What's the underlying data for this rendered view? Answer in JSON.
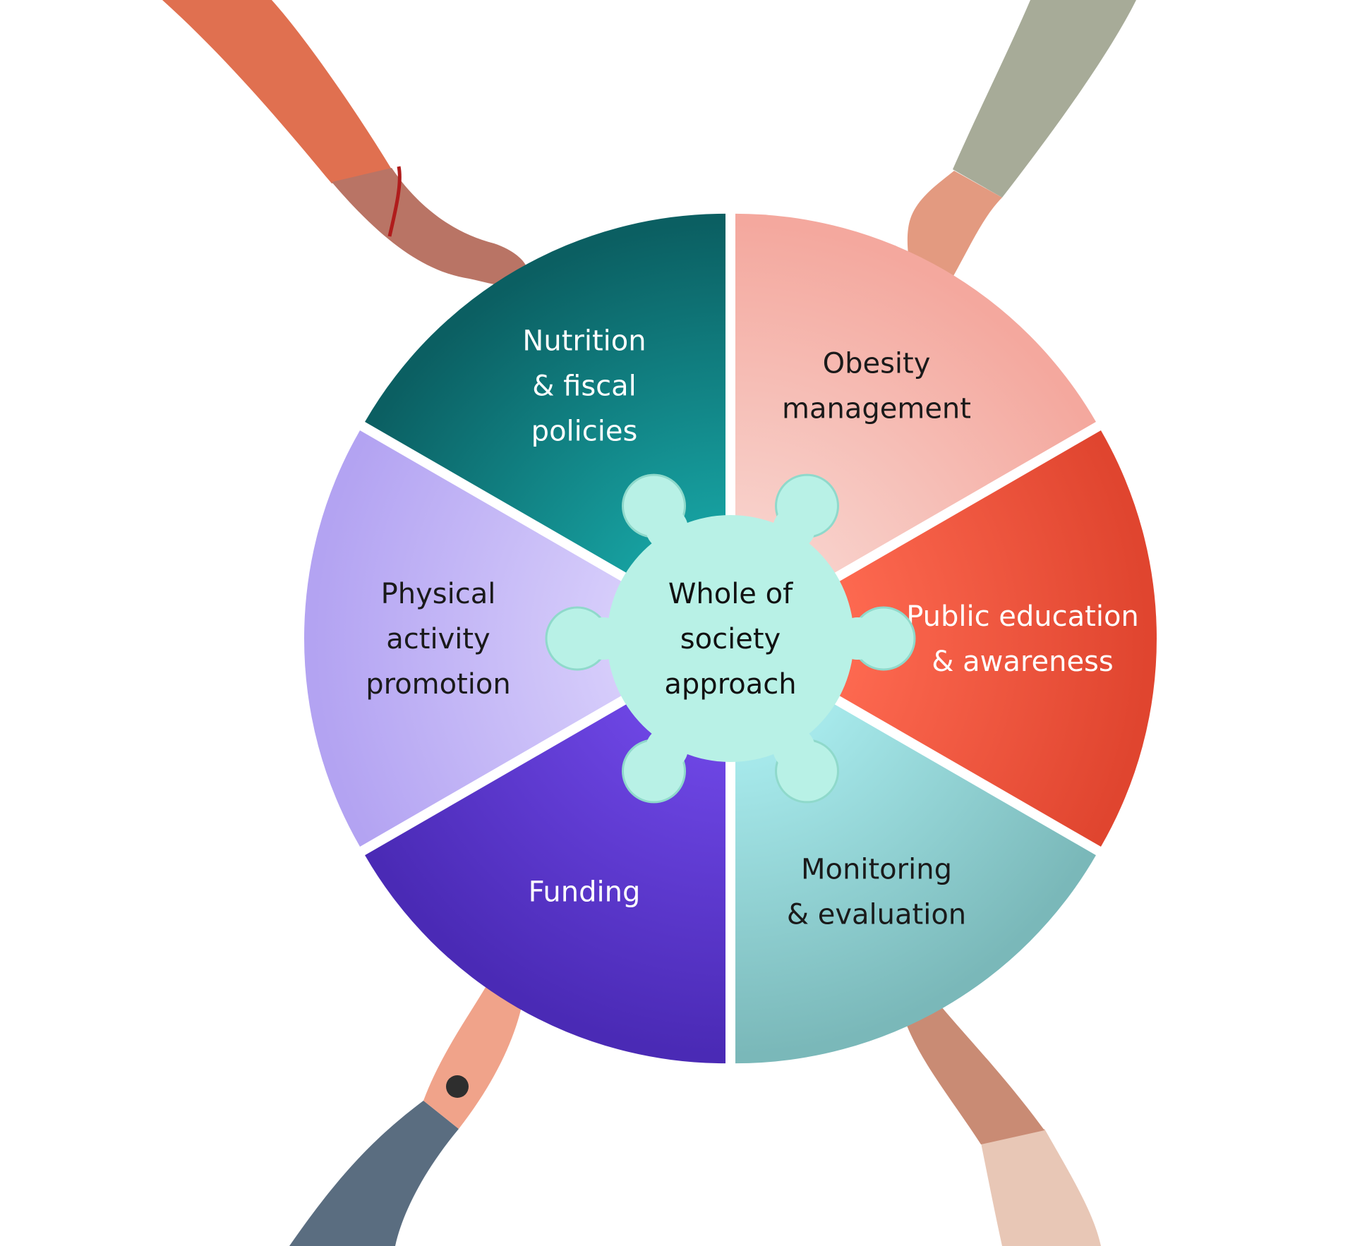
{
  "center": {
    "lines": [
      "Whole of",
      "society",
      "approach"
    ]
  },
  "segments": [
    {
      "id": "obesity",
      "lines": [
        "Obesity",
        "management"
      ],
      "color_outer": "#f4a89e",
      "color_inner": "#f8d2cc",
      "text_color": "#1a1a1a"
    },
    {
      "id": "public-education",
      "lines": [
        "Public education",
        "& awareness"
      ],
      "color_outer": "#e0452f",
      "color_inner": "#ff6b52",
      "text_color": "#ffffff"
    },
    {
      "id": "monitoring",
      "lines": [
        "Monitoring",
        "& evaluation"
      ],
      "color_outer": "#7ab8b9",
      "color_inner": "#a9ecee",
      "text_color": "#1a1a1a"
    },
    {
      "id": "funding",
      "lines": [
        "Funding"
      ],
      "color_outer": "#4a2ab5",
      "color_inner": "#6f47e6",
      "text_color": "#ffffff"
    },
    {
      "id": "physical-activity",
      "lines": [
        "Physical",
        "activity",
        "promotion"
      ],
      "color_outer": "#b3a3f2",
      "color_inner": "#d8cffb",
      "text_color": "#1a1a1a"
    },
    {
      "id": "nutrition",
      "lines": [
        "Nutrition",
        "& fiscal",
        "policies"
      ],
      "color_outer": "#0b5f62",
      "color_inner": "#17a3a3",
      "text_color": "#ffffff"
    }
  ],
  "hub_color": "#b8f1e6",
  "hub_stroke": "#8fd9cb"
}
